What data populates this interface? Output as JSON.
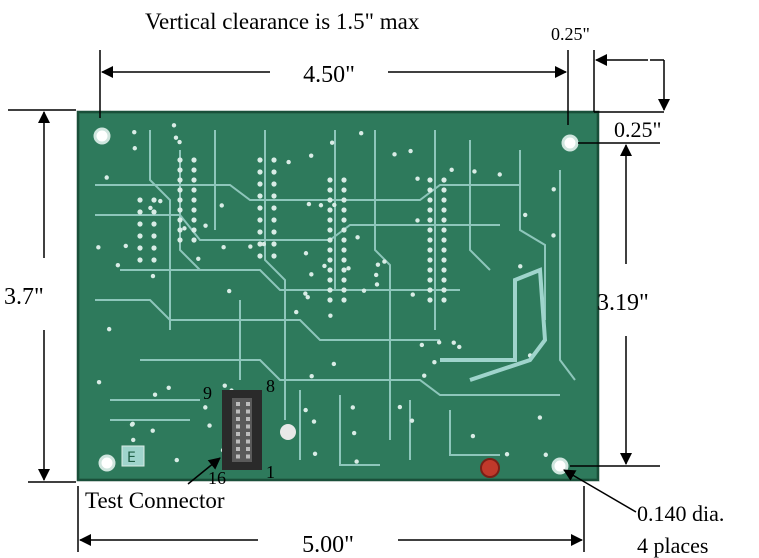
{
  "title": "Vertical clearance is 1.5\" max",
  "dimensions": {
    "top_width": "4.50\"",
    "corner_offset_x": "0.25\"",
    "corner_offset_y": "0.25\"",
    "board_height": "3.7\"",
    "hole_spacing_height": "3.19\"",
    "board_width": "5.00\"",
    "hole_diameter": "0.140 dia.",
    "hole_count": "4 places"
  },
  "connector": {
    "label": "Test Connector",
    "pins": {
      "p1": "1",
      "p8": "8",
      "p9": "9",
      "p16": "16"
    }
  },
  "colors": {
    "board": "#2e7a5c",
    "board_dark": "#1f5f45",
    "trace": "#9fd4cc",
    "pad": "#d9ece6",
    "connector": "#2a2a2a",
    "dimension_line": "#000000"
  }
}
